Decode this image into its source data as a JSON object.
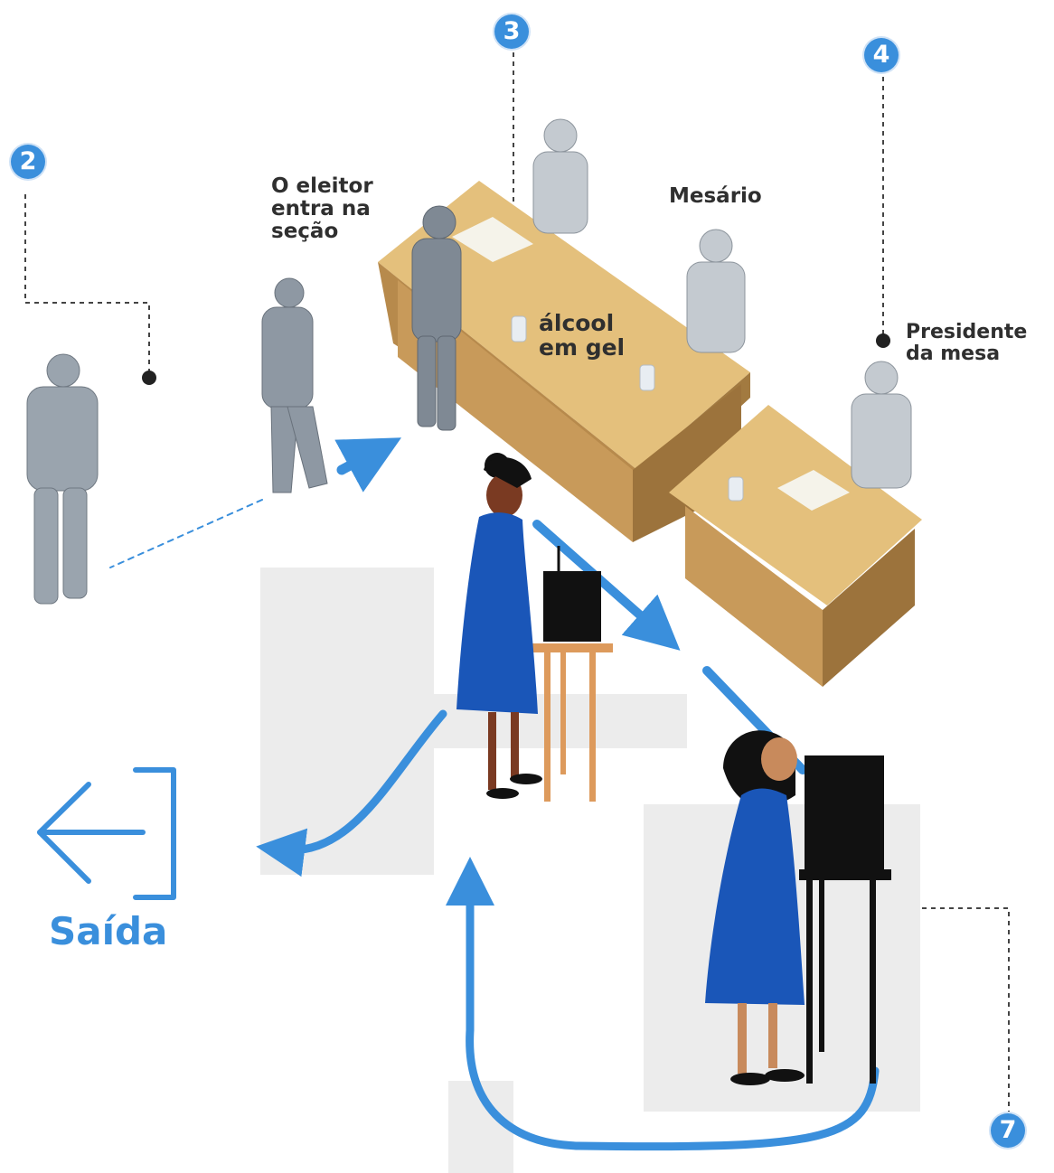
{
  "steps": {
    "s2": "2",
    "s3": "3",
    "s4": "4",
    "s7": "7"
  },
  "labels": {
    "voter_enters": "O eleitor\nentra na\nseção",
    "poll_worker": "Mesário",
    "president": "Presidente\nda mesa",
    "sanitizer": "álcool\nem gel"
  },
  "exit": {
    "label": "Saída"
  },
  "colors": {
    "accent": "#3a8fdc",
    "desk": "#d9b070",
    "figure": "#9aa4ae",
    "dress": "#1a56b8",
    "booth": "#111111",
    "stool": "#dd9a5c"
  },
  "icons": [
    "exit-icon",
    "flow-arrow-icon"
  ]
}
